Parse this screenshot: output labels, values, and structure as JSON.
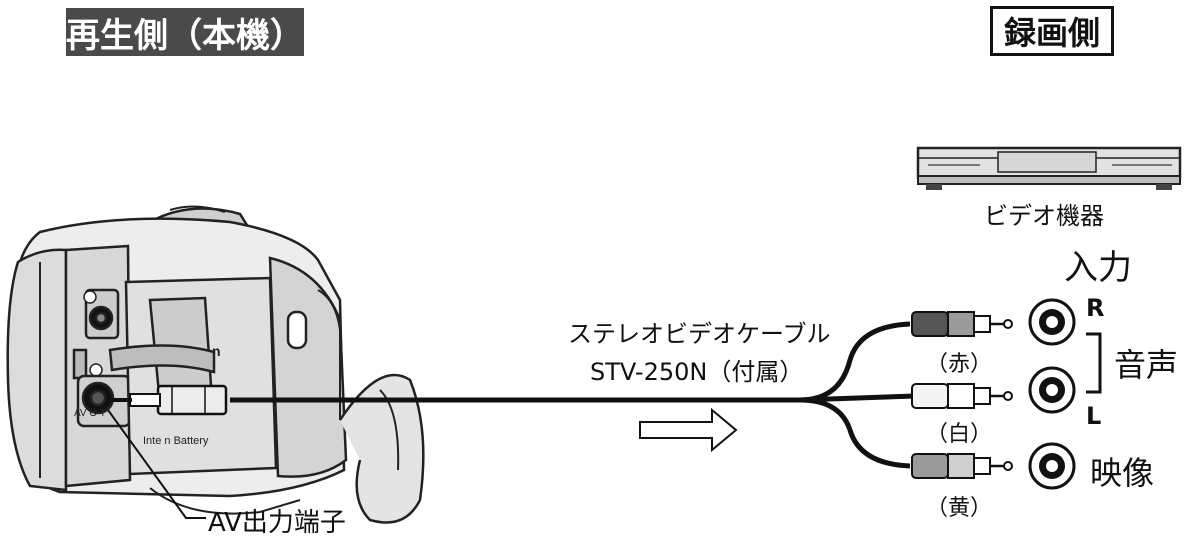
{
  "playback_side": "再生側（本機）",
  "recording_side": "録画側",
  "video_device": "ビデオ機器",
  "input": "入力",
  "cable_name": "ステレオビデオケーブル",
  "cable_model": "STV-250N（付属）",
  "plug_red": "（赤）",
  "plug_white": "（白）",
  "plug_yellow": "（黄）",
  "jack_r": "R",
  "jack_l": "L",
  "audio": "音声",
  "video": "映像",
  "av_out": "AV出力端子",
  "camera_text": {
    "battery": "Inte        n Battery",
    "brand_fragment": "n",
    "port_label": "AV O  T"
  }
}
